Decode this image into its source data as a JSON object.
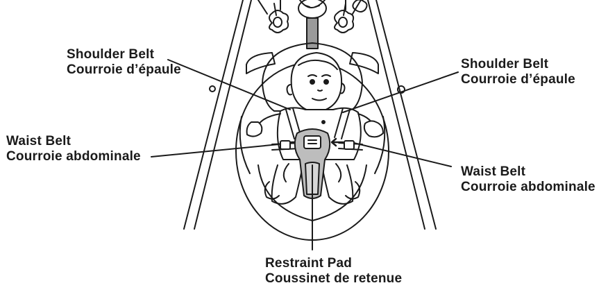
{
  "labels": {
    "shoulder_left": {
      "en": "Shoulder Belt",
      "fr": "Courroie d’épaule"
    },
    "shoulder_right": {
      "en": "Shoulder Belt",
      "fr": "Courroie d’épaule"
    },
    "waist_left": {
      "en": "Waist Belt",
      "fr": "Courroie abdominale"
    },
    "waist_right": {
      "en": "Waist Belt",
      "fr": "Courroie abdominale"
    },
    "restraint_pad": {
      "en": "Restraint Pad",
      "fr": "Coussinet de retenue"
    }
  },
  "colors": {
    "ink": "#1a1a1a",
    "pad_gray": "#bdbdbd",
    "paper": "#ffffff"
  }
}
